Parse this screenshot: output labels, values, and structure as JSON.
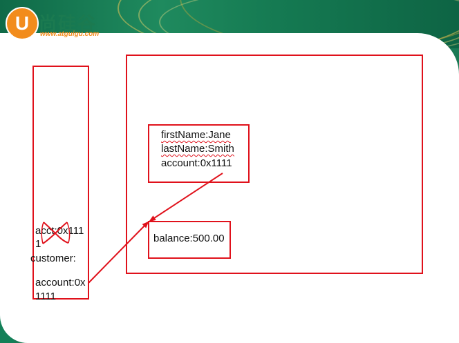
{
  "logo": {
    "badge_letter": "U",
    "title": "尚硅谷",
    "url": "www.atguigu.com"
  },
  "stack": {
    "acct_label_line1": "acct:0x111",
    "acct_label_line2": "1",
    "customer_label": "customer:",
    "account_label_line1": "account:0x",
    "account_label_line2": "1111"
  },
  "heap": {
    "customer_object": {
      "first_name": "firstName:Jane",
      "last_name": "lastName:Smith",
      "account": "account:0x1111"
    },
    "account_object": {
      "balance": "balance:500.00"
    }
  },
  "colors": {
    "accent_red": "#e0111b",
    "brand_green": "#1b7a50",
    "brand_orange": "#f28c1c"
  }
}
